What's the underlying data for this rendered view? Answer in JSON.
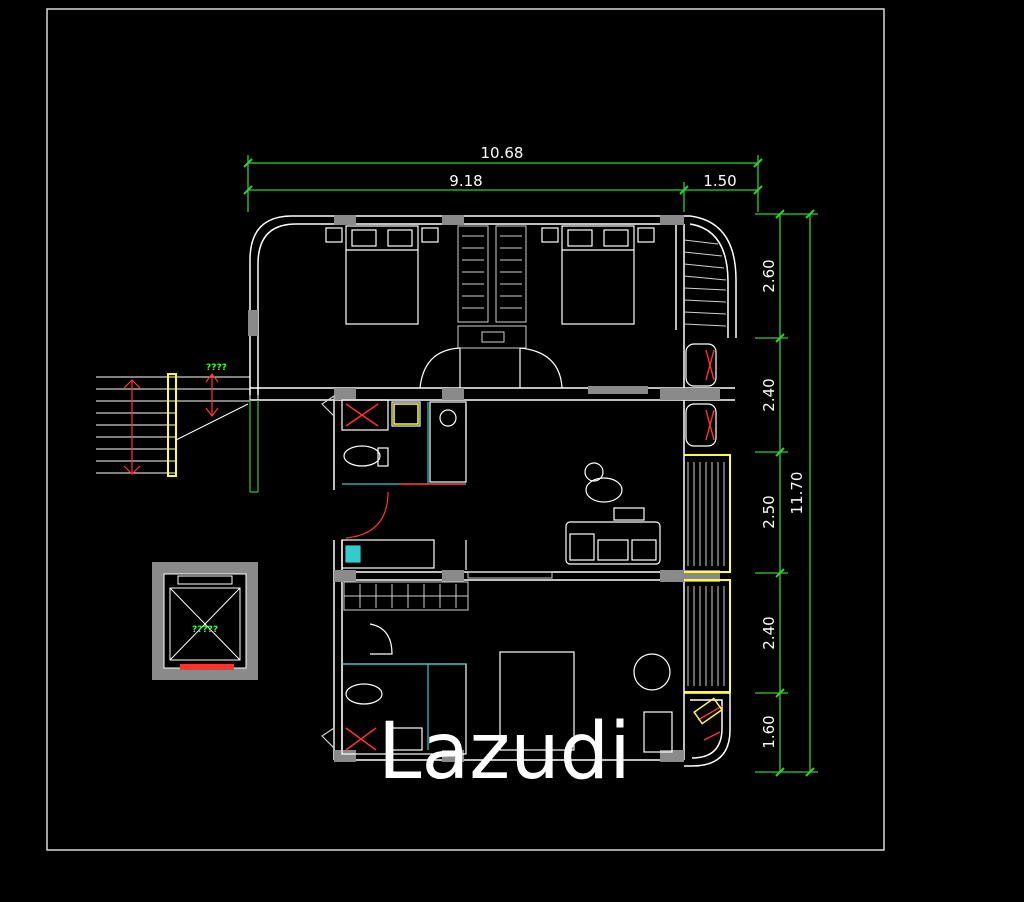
{
  "dimensions": {
    "top_total": "10.68",
    "top_main": "9.18",
    "top_balcony": "1.50",
    "right_total": "11.70",
    "right_1": "2.60",
    "right_2": "2.40",
    "right_3": "2.50",
    "right_4": "2.40",
    "right_5": "1.60"
  },
  "notes": {
    "stair_label": "????",
    "lift_label": "?????"
  },
  "watermark": "Lazudi",
  "colors": {
    "background": "#000000",
    "wall": "#ffffff",
    "dimension": "#33cc33",
    "highlight": "#ffff33",
    "door_red": "#ff3333",
    "fixture_cyan": "#33cccc"
  }
}
